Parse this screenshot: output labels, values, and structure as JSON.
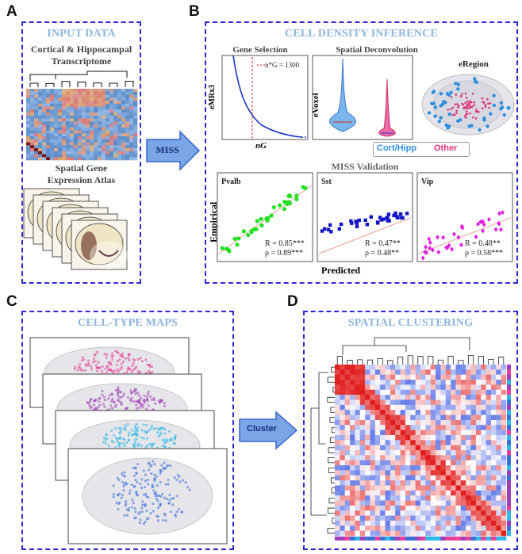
{
  "panels": {
    "a": {
      "letter": "A",
      "title": "INPUT DATA",
      "transcriptome": "Cortical & Hippocampal\nTranscriptome",
      "atlas": "Spatial Gene\nExpression Atlas"
    },
    "b": {
      "letter": "B",
      "title": "CELL DENSITY INFERENCE",
      "gene_selection": "Gene Selection",
      "spatial_deconv": "Spatial Deconvolution",
      "n_g_star": "n*G = 1300",
      "y_mrx3": "eMRx3",
      "x_ng": "nG",
      "y_voxel": "eVoxel",
      "e_region": "eRegion",
      "legend_cort": "Cort/Hipp",
      "legend_other": "Other",
      "validation": "MISS Validation",
      "x_predicted": "Predicted",
      "y_empirical": "Empirical"
    },
    "c": {
      "letter": "C",
      "title": "CELL-TYPE MAPS"
    },
    "d": {
      "letter": "D",
      "title": "SPATIAL CLUSTERING"
    }
  },
  "arrows": {
    "miss": "MISS",
    "cluster": "Cluster"
  },
  "validation_plots": [
    {
      "name": "Pvalb",
      "r": "R = 0.85***",
      "rho": "ρ = 0.89***",
      "color": "#22e022"
    },
    {
      "name": "Sst",
      "r": "R = 0.47**",
      "rho": "ρ = 0.48**",
      "color": "#1414c8"
    },
    {
      "name": "Vip",
      "r": "R = 0.48**",
      "rho": "ρ = 0.58***",
      "color": "#e020e0"
    }
  ],
  "colors": {
    "box_border": "#2a2ad8",
    "title": "#8cb6de",
    "arrow_fill": "#7aa6e8",
    "cort": "#2f8fe0",
    "other": "#e0327a",
    "heat_high": "#e02020",
    "heat_low": "#3050e0"
  }
}
